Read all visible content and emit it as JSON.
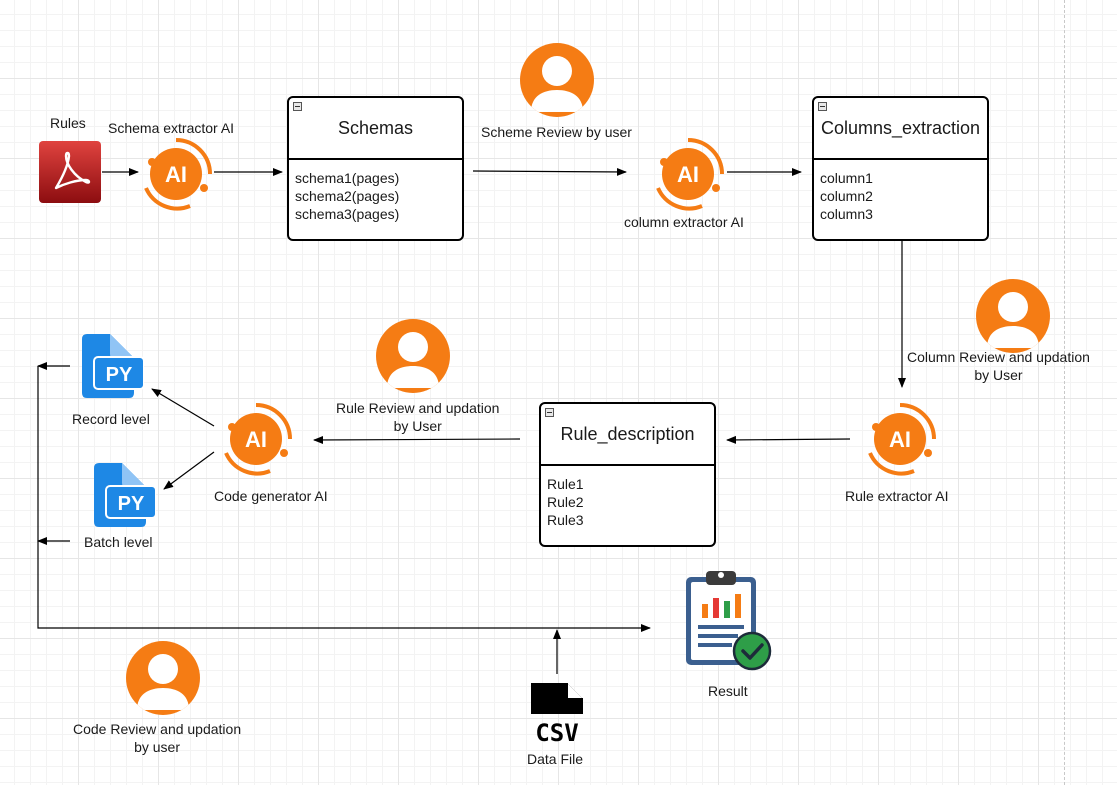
{
  "colors": {
    "ai_orange": "#f57c14",
    "user_orange": "#f57c14",
    "py_blue": "#1e88e5",
    "pdf_red": "#b3161b",
    "check_green": "#2e9e48"
  },
  "labels": {
    "rules": "Rules",
    "schema_extractor": "Schema extractor AI",
    "scheme_review": "Scheme Review by user",
    "column_extractor": "column extractor AI",
    "column_review_l1": "Column Review and updation",
    "column_review_l2": "by User",
    "rule_extractor": "Rule extractor AI",
    "rule_review_l1": "Rule Review and updation",
    "rule_review_l2": "by User",
    "code_generator": "Code generator AI",
    "record_level": "Record level",
    "batch_level": "Batch level",
    "code_review_l1": "Code Review and updation",
    "code_review_l2": "by user",
    "data_file": "Data File",
    "result": "Result"
  },
  "icons": {
    "ai_text": "AI",
    "py_text": "PY",
    "csv_text": "CSV"
  },
  "entities": {
    "schemas": {
      "title": "Schemas",
      "rows": [
        "schema1(pages)",
        "schema2(pages)",
        "schema3(pages)"
      ]
    },
    "columns": {
      "title": "Columns_extraction",
      "rows": [
        "column1",
        "column2",
        "column3"
      ]
    },
    "rules": {
      "title": "Rule_description",
      "rows": [
        "Rule1",
        "Rule2",
        "Rule3"
      ]
    }
  }
}
